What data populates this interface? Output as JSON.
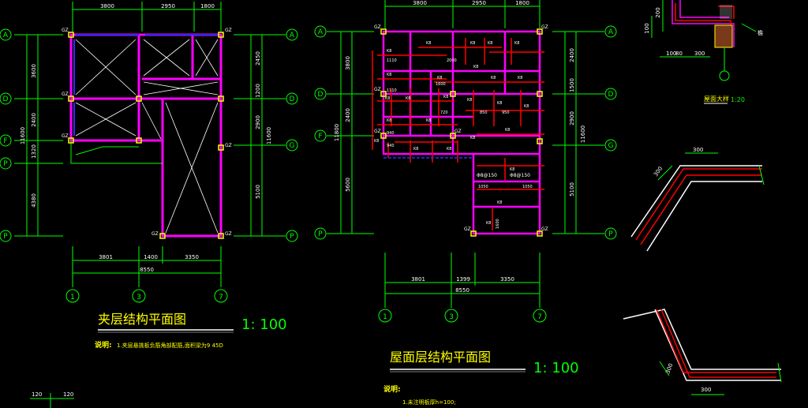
{
  "drawing_left": {
    "title": "夹层结构平面图",
    "scale": "1: 100",
    "note_label": "说明:",
    "note": "1.夹层悬挑板负筋角部配筋,面积梁为9 45D",
    "top_dims": [
      "3800",
      "2950",
      "1800"
    ],
    "bottom_dims": [
      "3801",
      "1400",
      "3350"
    ],
    "bottom_total": "8550",
    "left_dims": [
      "3600",
      "2400",
      "1320",
      "4380"
    ],
    "left_total": "11600",
    "right_dims": [
      "2450",
      "1200",
      "2900",
      "5100"
    ],
    "right_total": "11600",
    "axes_left": [
      "A",
      "D",
      "F",
      "P",
      "P"
    ],
    "axes_right": [
      "A",
      "D",
      "G",
      "P"
    ],
    "axes_bottom": [
      "1",
      "3",
      "7"
    ],
    "col_tag": "GZ"
  },
  "drawing_right": {
    "title": "屋面层结构平面图",
    "scale": "1: 100",
    "note_label": "说明:",
    "note": "1.未注明板厚h=100;",
    "top_dims": [
      "3800",
      "2950",
      "1800"
    ],
    "bottom_dims": [
      "3801",
      "1399",
      "3350"
    ],
    "bottom_total": "8550",
    "left_dims": [
      "3800",
      "2400",
      "5600"
    ],
    "left_total": "11800",
    "right_dims": [
      "2400",
      "1500",
      "2900",
      "5100"
    ],
    "right_total": "11600",
    "axes_left": [
      "A",
      "D",
      "F",
      "P"
    ],
    "axes_right": [
      "A",
      "D",
      "G",
      "P"
    ],
    "axes_bottom": [
      "1",
      "3",
      "7"
    ],
    "col_tag": "GZ",
    "rebar_labels": [
      "K8",
      "K8",
      "K8",
      "K8",
      "K8",
      "K8",
      "K8",
      "K8",
      "K8",
      "K8",
      "K8",
      "K8",
      "K8",
      "K8",
      "K8",
      "K8",
      "K8",
      "K8",
      "K8",
      "K8",
      "K8",
      "K8",
      "K8",
      "K8",
      "K8",
      "K8"
    ],
    "rebar_lengths": [
      "1110",
      "2000",
      "1600",
      "720",
      "850",
      "950",
      "1050",
      "1050",
      "1600",
      "940",
      "940",
      "1110"
    ],
    "slab_labels": [
      "Φ8@150",
      "Φ8@150"
    ]
  },
  "detail": {
    "title": "屋面大样",
    "scale": "1:20",
    "dims": [
      "200",
      "100",
      "100",
      "80",
      "300"
    ],
    "callout": "檐"
  },
  "corner_details": {
    "dims_top": [
      "300",
      "300"
    ],
    "dims_bottom": [
      "300",
      "300"
    ]
  },
  "legend": {
    "left_dim": "120",
    "right_dim": "120"
  },
  "colors": {
    "background": "#000000",
    "axis_grid": "#00ff00",
    "dimension": "#ffffff",
    "wall": "#ff00ff",
    "wall_dark": "#0000ff",
    "rebar": "#ff0000",
    "column": "#ffff00",
    "brace": "#ffffff",
    "title": "#ffff00",
    "scale": "#00ff00"
  }
}
